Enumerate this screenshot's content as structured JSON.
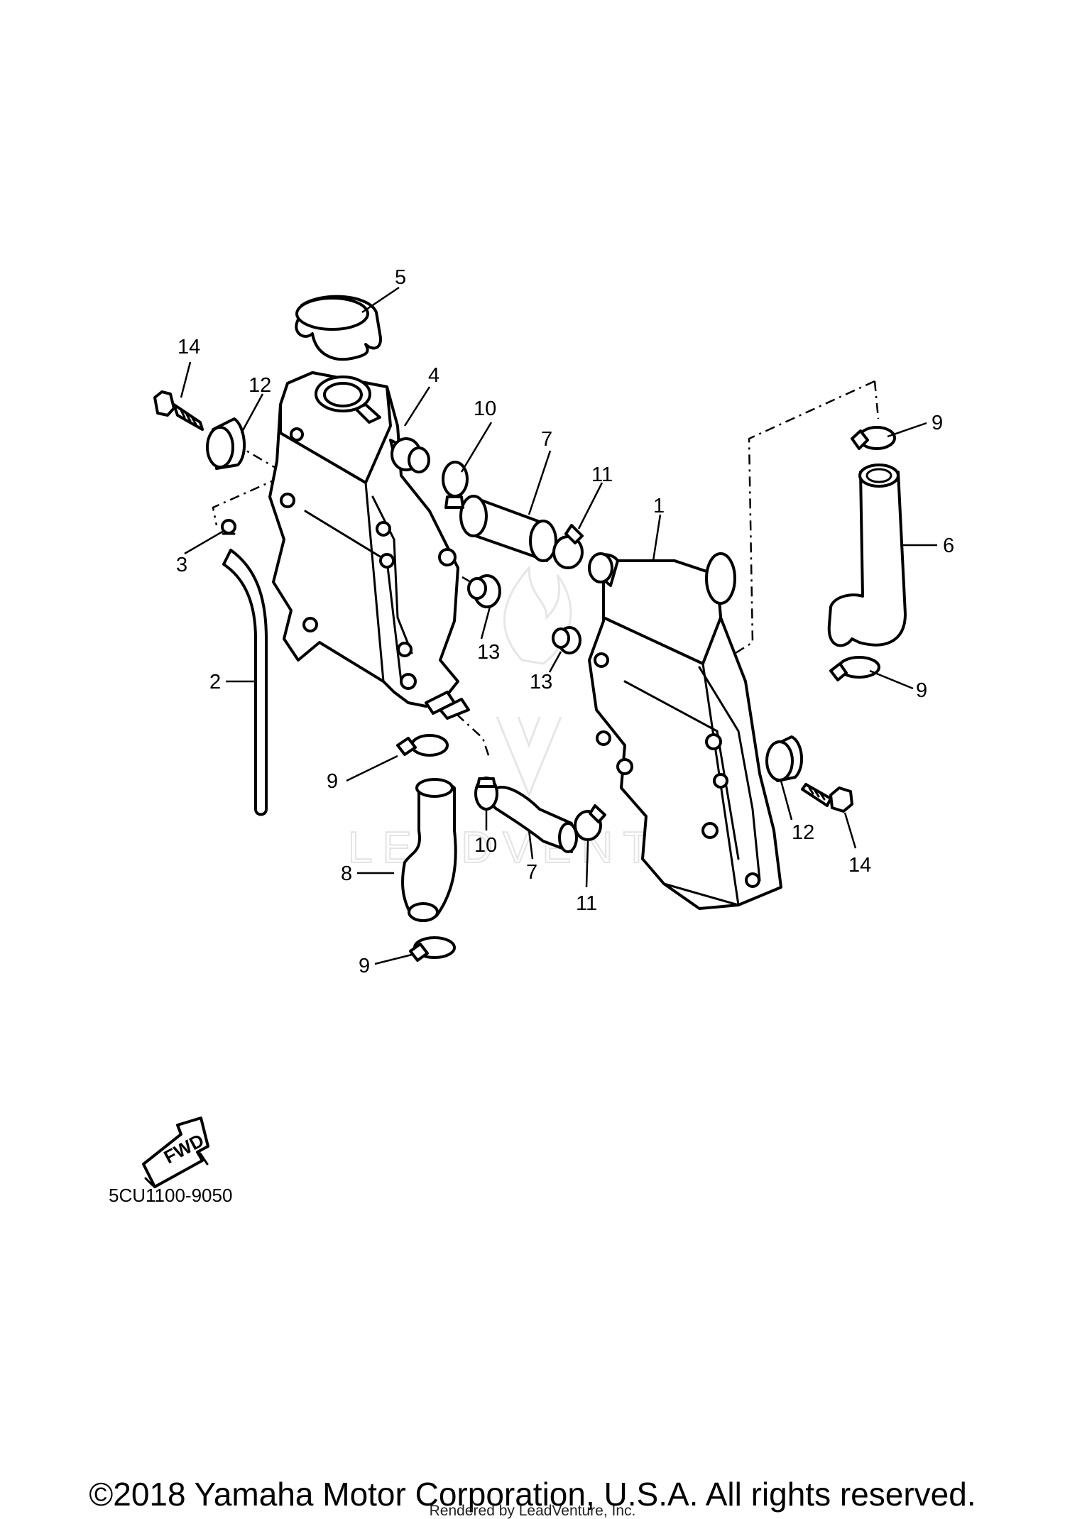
{
  "diagram": {
    "callouts": [
      "1",
      "2",
      "3",
      "4",
      "5",
      "6",
      "7",
      "7",
      "8",
      "9",
      "9",
      "9",
      "9",
      "10",
      "10",
      "11",
      "11",
      "12",
      "12",
      "13",
      "13",
      "14",
      "14"
    ],
    "diagram_code": "5CU1100-9050",
    "fwd_label": "FWD",
    "watermark": "LEADVENTURE"
  },
  "footer": {
    "copyright": "©2018 Yamaha Motor Corporation, U.S.A. All rights reserved.",
    "rendered_by": "Rendered by LeadVenture, Inc."
  }
}
